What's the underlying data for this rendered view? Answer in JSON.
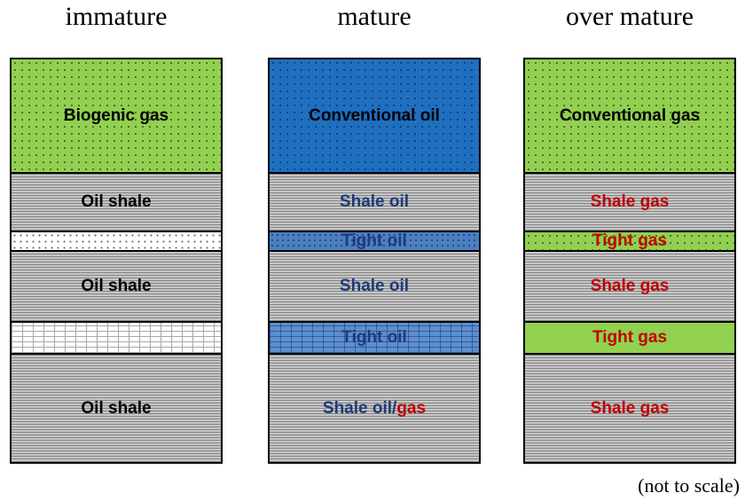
{
  "columns": [
    {
      "title": "immature",
      "layers": [
        {
          "label": "Biogenic gas"
        },
        {
          "label": "Oil shale"
        },
        {
          "label": ""
        },
        {
          "label": "Oil shale"
        },
        {
          "label": ""
        },
        {
          "label": "Oil shale"
        }
      ]
    },
    {
      "title": "mature",
      "layers": [
        {
          "label": "Conventional oil"
        },
        {
          "label": "Shale oil"
        },
        {
          "label": "Tight oil"
        },
        {
          "label": "Shale oil"
        },
        {
          "label": "Tight oil"
        },
        {
          "label_part1": "Shale oil/",
          "label_part2": "gas"
        }
      ]
    },
    {
      "title": "over mature",
      "layers": [
        {
          "label": "Conventional gas"
        },
        {
          "label": "Shale gas"
        },
        {
          "label": "Tight gas"
        },
        {
          "label": "Shale gas"
        },
        {
          "label": "Tight gas"
        },
        {
          "label": "Shale gas"
        }
      ]
    }
  ],
  "note": "(not to scale)",
  "colors": {
    "green": "#92d050",
    "blue": "#1f6fc1",
    "shale_gray": "#c6c6c6",
    "navy_text": "#1f3a7a",
    "red_text": "#c00000"
  }
}
